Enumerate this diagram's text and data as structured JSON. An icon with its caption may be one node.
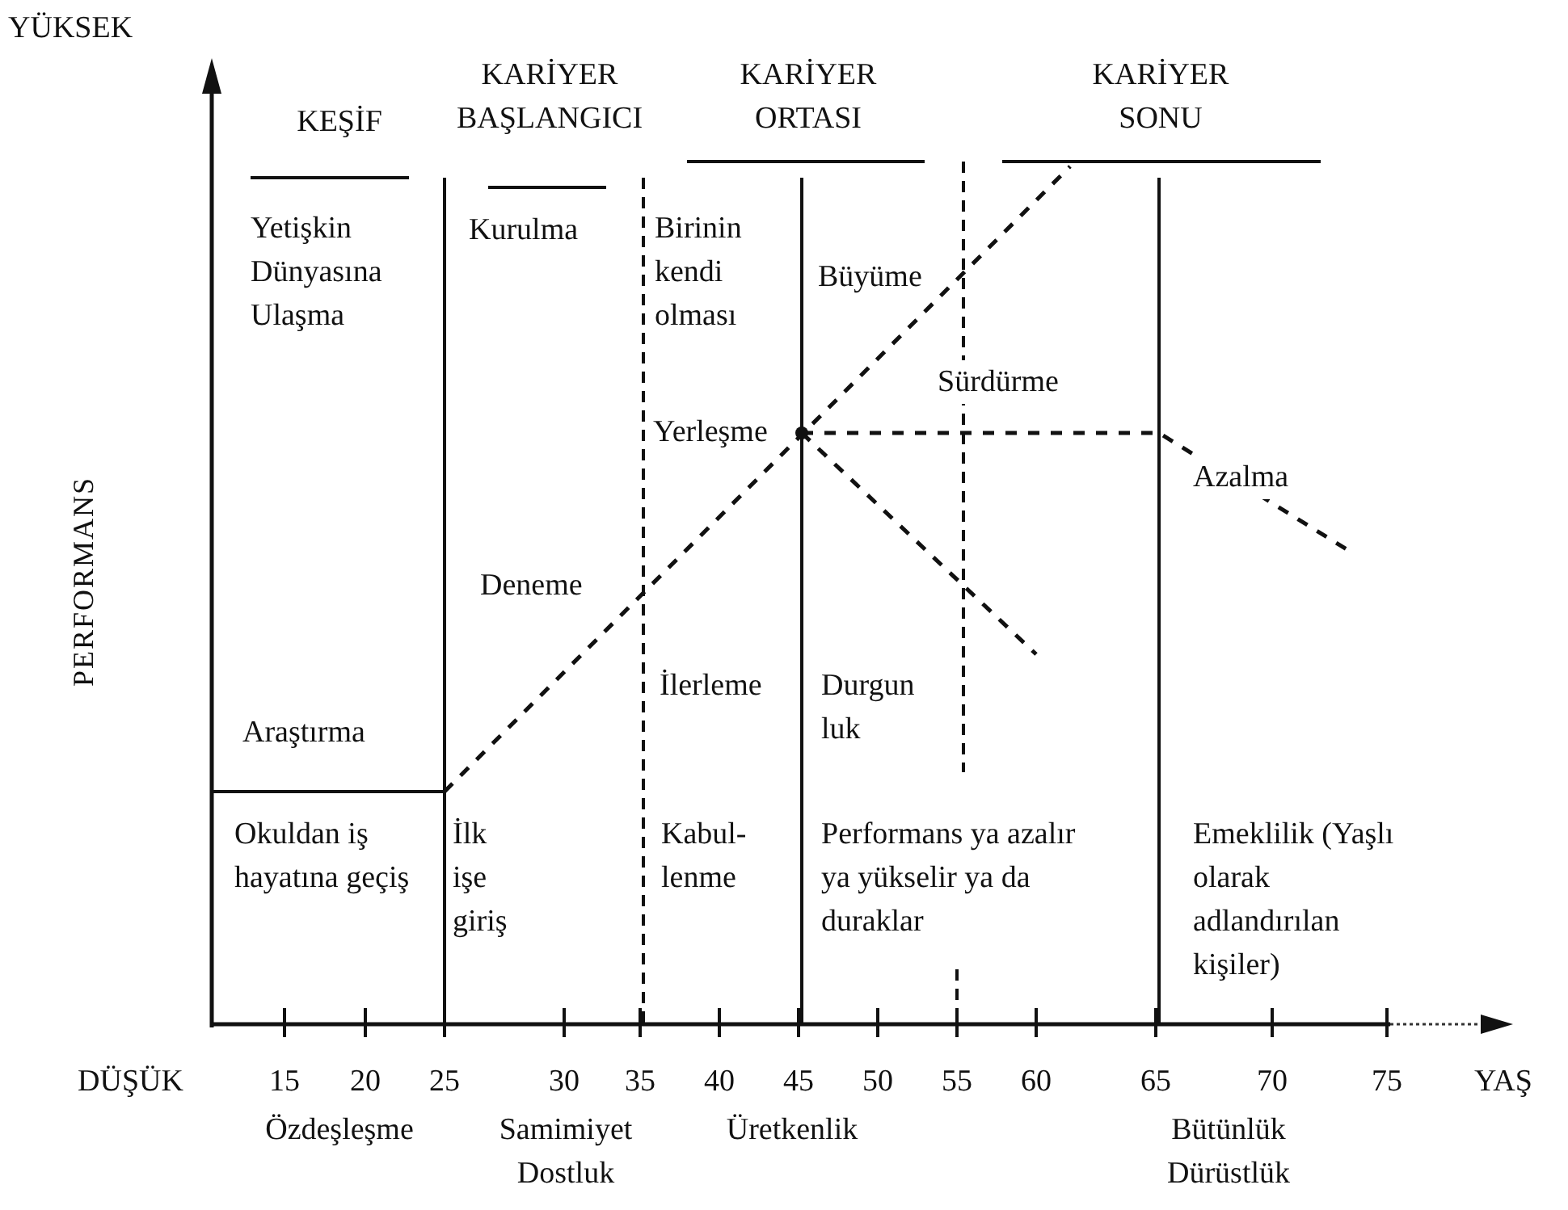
{
  "diagram": {
    "labels": [
      "YÜKSEK",
      "KEŞİF",
      "KARİYER BAŞLANGICI",
      "KARİYER ORTASI",
      "KARİYER SONU",
      "Yetişkin Dünyasına Ulaşma",
      "Kurulma",
      "Birinin kendi olması",
      "Büyüme",
      "Sürdürme",
      "PERFORMANS",
      "Yerleşme",
      "Azalma",
      "Deneme",
      "İlerleme",
      "Durgun luk",
      "Araştırma",
      "Okuldan iş hayatına geçiş",
      "İlk işe giriş",
      "Kabul- lenme",
      "Performans ya azalır ya yükselir ya da duraklar",
      "Emeklilik (Yaşlı olarak adlandırılan kişiler)",
      "DÜŞÜK",
      "15",
      "20",
      "25",
      "30",
      "35",
      "40",
      "45",
      "50",
      "55",
      "60",
      "65",
      "70",
      "75",
      "YAŞ",
      "Özdeşleşme",
      "Samimiyet Dostluk",
      "Üretkenlik",
      "Bütünlük Dürüstlük"
    ]
  }
}
